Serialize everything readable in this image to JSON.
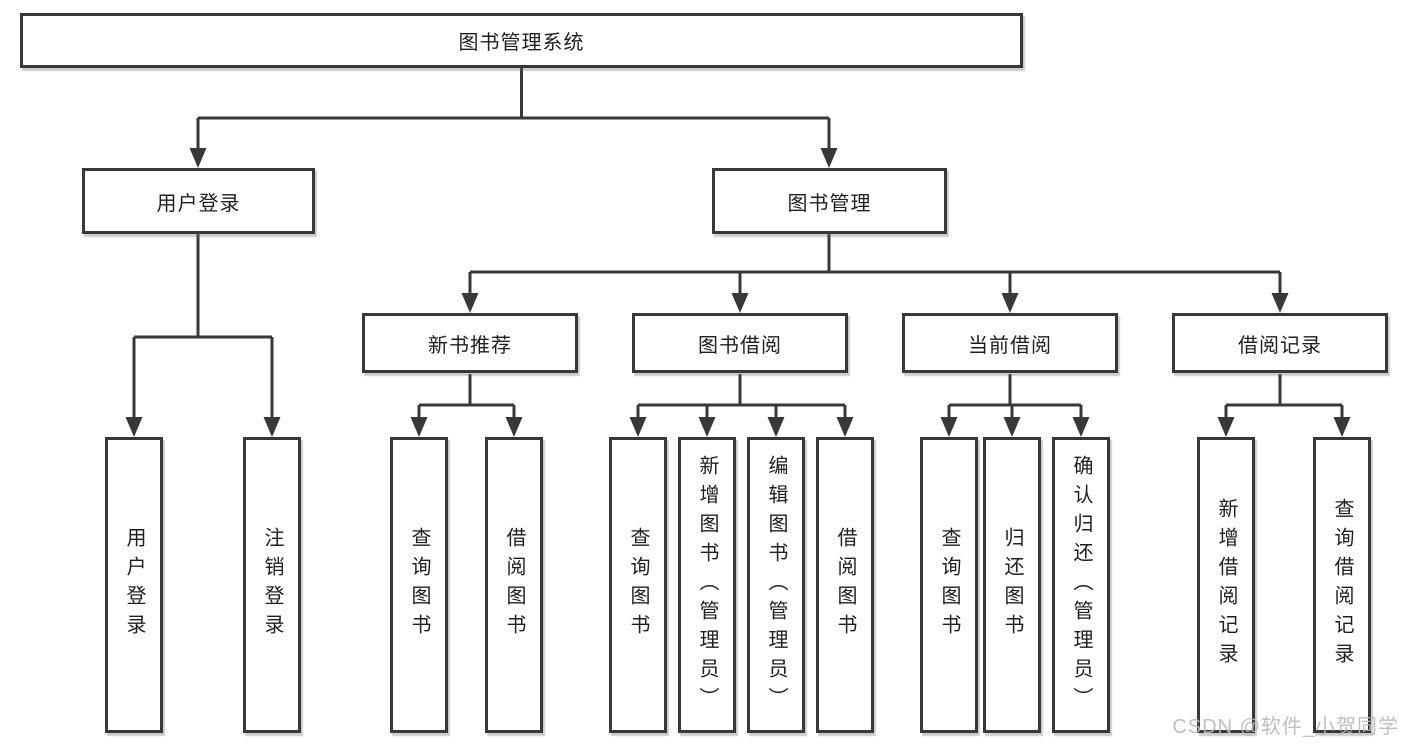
{
  "tree": {
    "label": "图书管理系统",
    "children": [
      {
        "label": "用户登录",
        "children": [
          {
            "label": "用户登录"
          },
          {
            "label": "注销登录"
          }
        ]
      },
      {
        "label": "图书管理",
        "children": [
          {
            "label": "新书推荐",
            "children": [
              {
                "label": "查询图书"
              },
              {
                "label": "借阅图书"
              }
            ]
          },
          {
            "label": "图书借阅",
            "children": [
              {
                "label": "查询图书"
              },
              {
                "label": "新增图书（管理员）"
              },
              {
                "label": "编辑图书（管理员）"
              },
              {
                "label": "借阅图书"
              }
            ]
          },
          {
            "label": "当前借阅",
            "children": [
              {
                "label": "查询图书"
              },
              {
                "label": "归还图书"
              },
              {
                "label": "确认归还（管理员）"
              }
            ]
          },
          {
            "label": "借阅记录",
            "children": [
              {
                "label": "新增借阅记录"
              },
              {
                "label": "查询借阅记录"
              }
            ]
          }
        ]
      }
    ]
  },
  "watermark": {
    "text": "CSDN @软件_小贺同学"
  },
  "colors": {
    "line": "#383838",
    "box_fill": "#ffffff",
    "text": "#1f1f1f",
    "watermark": "#b9b9b9",
    "background": "#ffffff"
  }
}
